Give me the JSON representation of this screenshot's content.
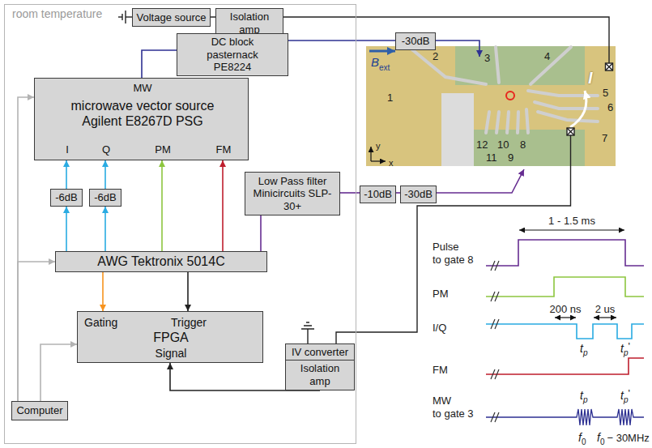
{
  "diagram": {
    "nodes": [
      {
        "text": [
          "room temperature"
        ]
      },
      {
        "text": [
          "Voltage source"
        ],
        "in": 0
      },
      {
        "text": [
          "Isolation amp"
        ],
        "in": 0
      },
      {
        "text": [
          "DC block pasternack PE8224"
        ],
        "in": 0
      },
      {
        "text": [
          "-30dB"
        ]
      },
      {
        "text": [
          "MW",
          "microwave vector source Agilent E8267D PSG",
          "I",
          "Q",
          "PM",
          "FM"
        ],
        "in": 0
      },
      {
        "text": [
          "-6dB"
        ],
        "in": 0
      },
      {
        "text": [
          "-6dB"
        ],
        "in": 0
      },
      {
        "text": [
          "Low Pass filter Minicircuits SLP-30+"
        ],
        "in": 0
      },
      {
        "text": [
          "-10dB"
        ]
      },
      {
        "text": [
          "-30dB"
        ]
      },
      {
        "text": [
          "AWG Tektronix 5014C"
        ],
        "in": 0
      },
      {
        "text": [
          "Gating",
          "Trigger",
          "FPGA",
          "Signal"
        ],
        "in": 0
      },
      {
        "text": [
          "IV converter"
        ],
        "in": 0
      },
      {
        "text": [
          "Isolation amp"
        ],
        "in": 0
      },
      {
        "text": [
          "Computer"
        ],
        "in": 0
      }
    ],
    "edges": [
      {
        "from": 1,
        "to": 2,
        "arrow": "none"
      },
      {
        "from": 5,
        "to": 3,
        "arrow": "none"
      },
      {
        "from": 3,
        "to": 4,
        "arrow": "none"
      },
      {
        "from": 11,
        "to": 6,
        "arrow": "to"
      },
      {
        "from": 6,
        "to": 5,
        "arrow": "to"
      },
      {
        "from": 11,
        "to": 7,
        "arrow": "to"
      },
      {
        "from": 7,
        "to": 5,
        "arrow": "to"
      },
      {
        "from": 11,
        "to": 5,
        "arrow": "to"
      },
      {
        "from": 11,
        "to": 5,
        "arrow": "to"
      },
      {
        "from": 11,
        "to": 8,
        "arrow": "none"
      },
      {
        "from": 8,
        "to": 9,
        "arrow": "none"
      },
      {
        "from": 9,
        "to": 10,
        "arrow": "none"
      },
      {
        "from": 11,
        "to": 12,
        "arrow": "to"
      },
      {
        "from": 11,
        "to": 12,
        "arrow": "to"
      },
      {
        "from": 14,
        "to": 12,
        "arrow": "to"
      },
      {
        "from": 15,
        "to": 5,
        "arrow": "to"
      },
      {
        "from": 15,
        "to": 11,
        "arrow": "to"
      },
      {
        "from": 15,
        "to": 12,
        "arrow": "to"
      }
    ],
    "labels": [
      "1",
      "2",
      "3",
      "4",
      "5",
      "6",
      "7",
      "8",
      "9",
      "10",
      "11",
      "12",
      "B",
      "ext",
      "I",
      "x",
      "y",
      "1 - 1.5 ms",
      "Pulse",
      "to gate 8",
      "PM",
      "200 ns",
      "2 us",
      "t",
      "p",
      "t",
      "p",
      "'",
      "I/Q",
      "FM",
      "MW",
      "to gate 3",
      "t",
      "p",
      "t",
      "p",
      "'",
      "f",
      "0",
      "f",
      "0",
      "− 30MHz"
    ]
  }
}
